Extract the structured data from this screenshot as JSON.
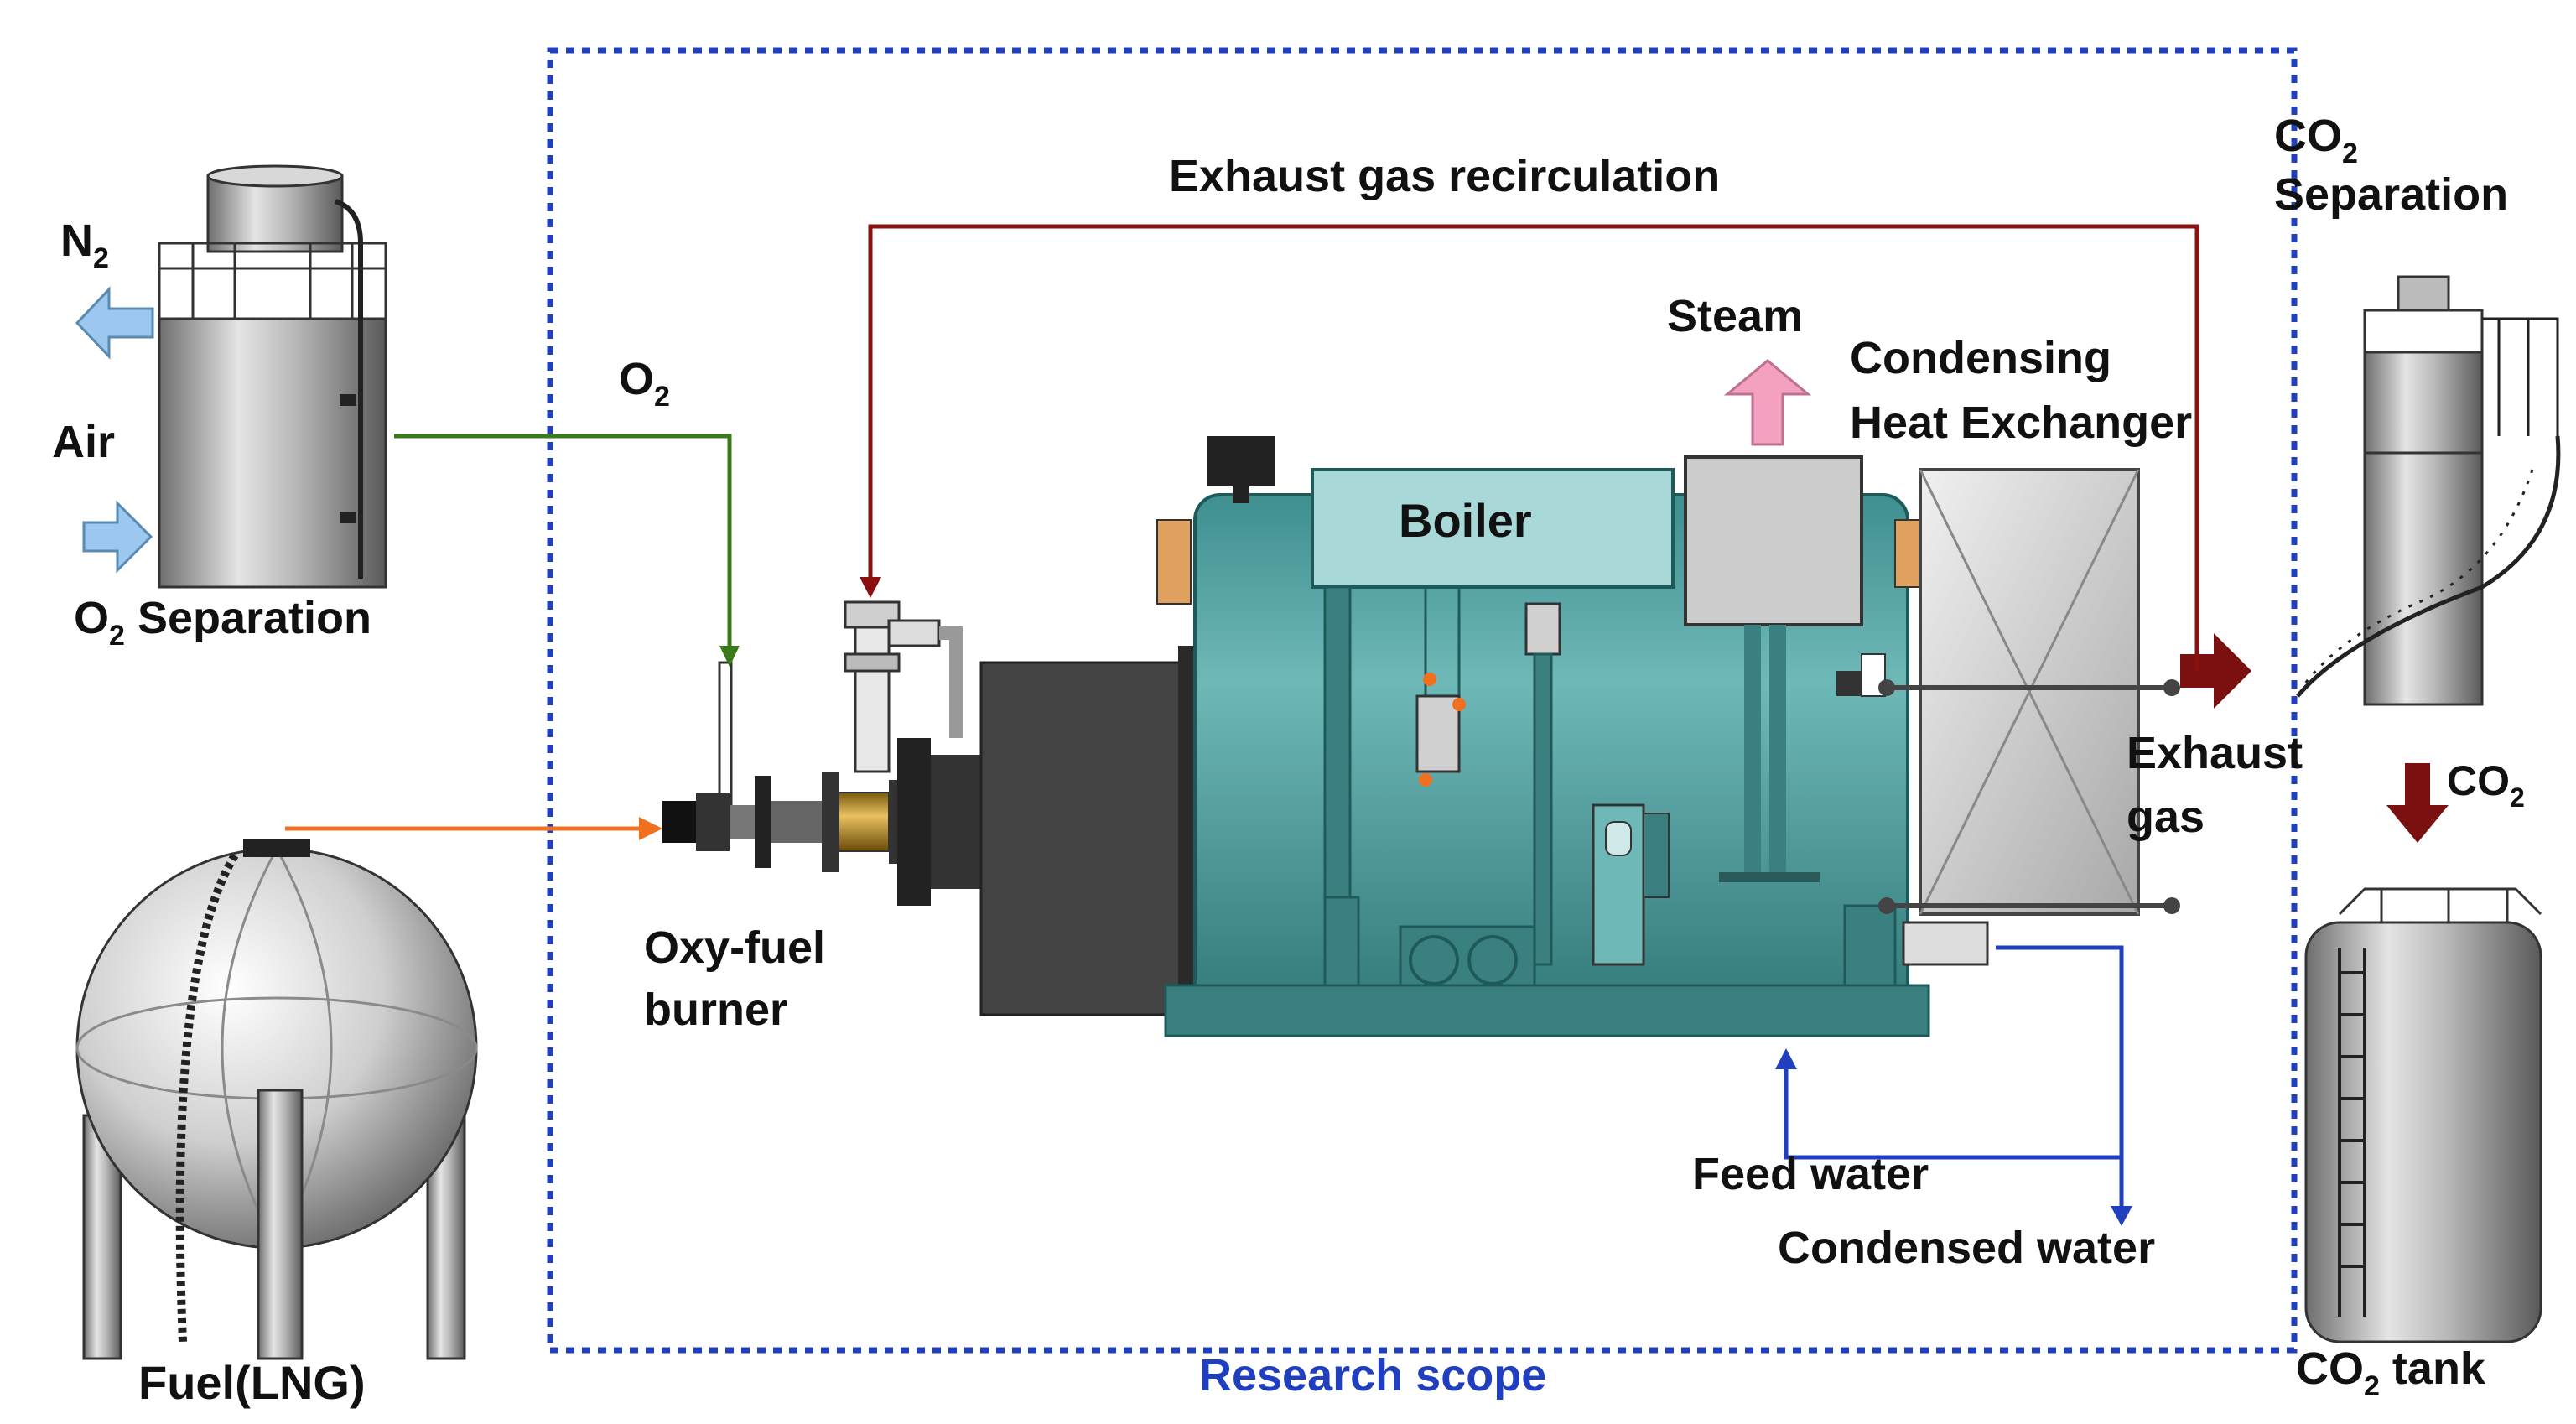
{
  "labels": {
    "n2": "N",
    "n2_sub": "2",
    "air": "Air",
    "o2_sep_o": "O",
    "o2_sep_sub": "2",
    "o2_sep_rest": " Separation",
    "o2_line_o": "O",
    "o2_line_sub": "2",
    "exhaust_recirc": "Exhaust gas recirculation",
    "steam": "Steam",
    "condensing_1": "Condensing",
    "condensing_2": "Heat Exchanger",
    "boiler": "Boiler",
    "oxy_1": "Oxy-fuel",
    "oxy_2": "burner",
    "fuel": "Fuel(LNG)",
    "exhaust_1": "Exhaust",
    "exhaust_2": "gas",
    "feed_water": "Feed water",
    "condensed_water": "Condensed water",
    "co2_sep_co": "CO",
    "co2_sep_sub": "2",
    "co2_sep_2": "Separation",
    "co2_arrow_co": "CO",
    "co2_arrow_sub": "2",
    "co2_tank_co": "CO",
    "co2_tank_sub": "2",
    "co2_tank_rest": " tank",
    "research_scope": "Research scope"
  },
  "colors": {
    "o2_line": "#3a7a1a",
    "fuel_line": "#f07020",
    "recirculation_line": "#8b1010",
    "water_line": "#1f3fbf",
    "scope_border": "#1f3fbf",
    "boiler_body": "#4a9a9a",
    "steam_arrow": "#f4a0c0",
    "gas_arrow": "#7a1010",
    "air_arrow": "#9cc8f0"
  }
}
